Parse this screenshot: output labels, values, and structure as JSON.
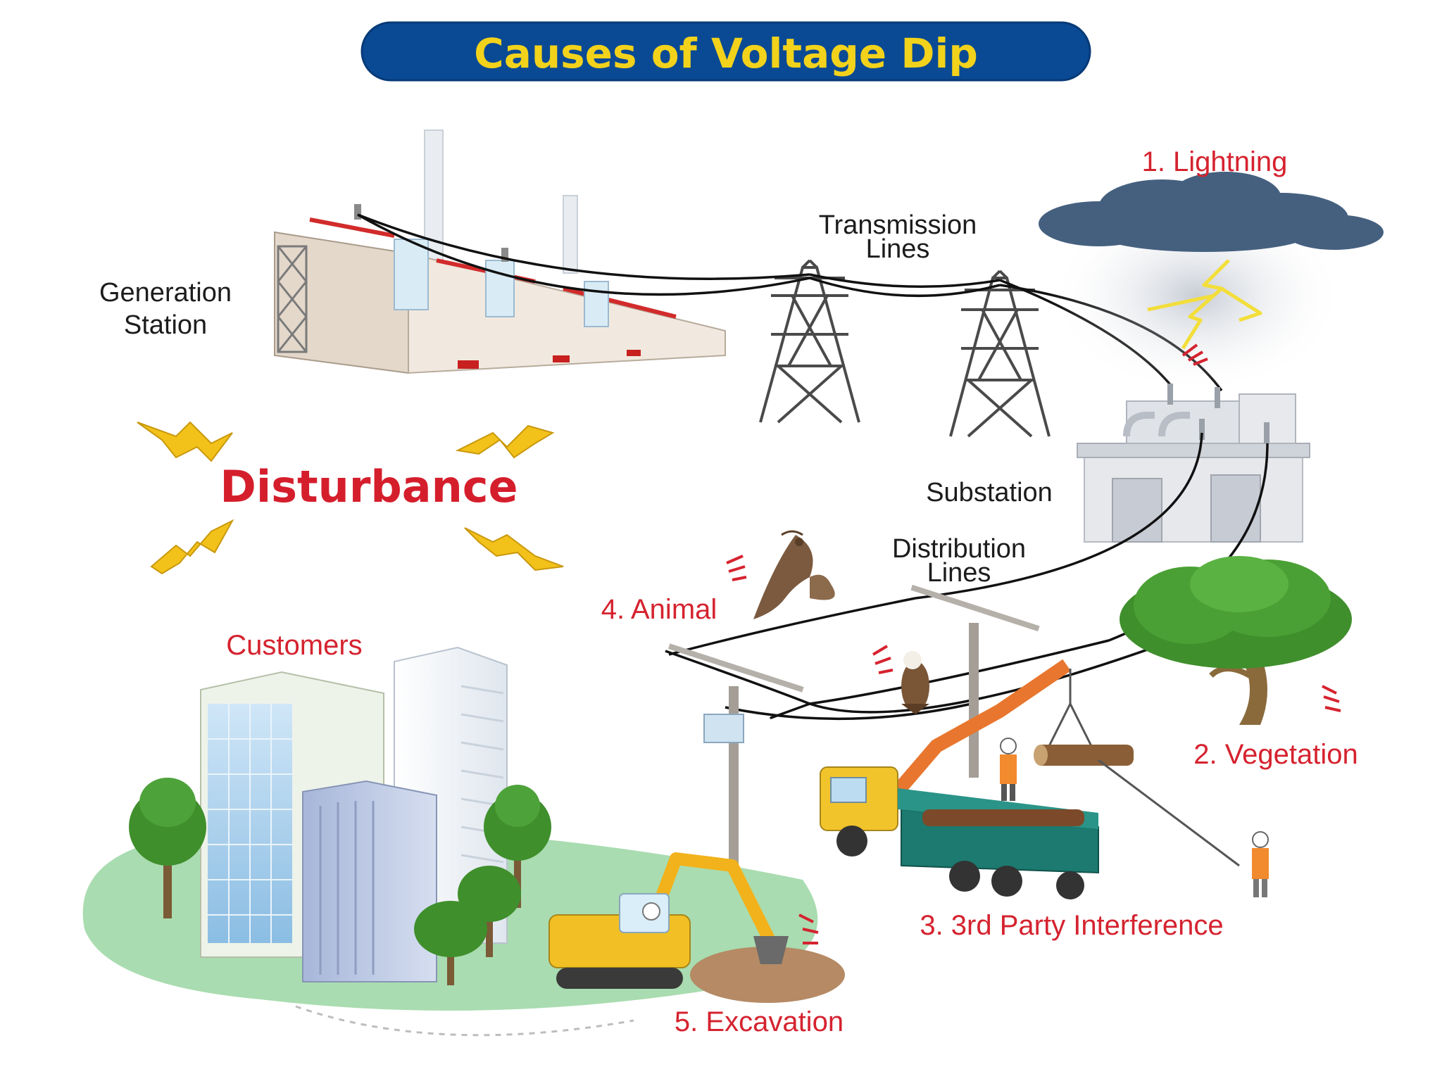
{
  "title": "Causes of  Voltage Dip",
  "colors": {
    "title_bg": "#0a4a94",
    "title_text": "#f2d21b",
    "cause_text": "#d5232f",
    "label_text": "#1c1c1c",
    "disturbance_text": "#d51e2c",
    "bolt": "#f2c21a",
    "ground": "#a9dcb0",
    "tree": "#3f8f2c",
    "cloud": "#47607f"
  },
  "labels": {
    "generation_station": [
      "Generation",
      "Station"
    ],
    "transmission_lines": [
      "Transmission",
      "Lines"
    ],
    "substation": "Substation",
    "distribution_lines": [
      "Distribution",
      "Lines"
    ],
    "customers": "Customers",
    "disturbance": "Disturbance"
  },
  "causes": [
    {
      "label": "1. Lightning",
      "icon": "lightning-icon"
    },
    {
      "label": "2. Vegetation",
      "icon": "tree-icon"
    },
    {
      "label": "3. 3rd Party Interference",
      "icon": "crane-truck-icon"
    },
    {
      "label": "4. Animal",
      "icon": "bird-icon"
    },
    {
      "label": "5. Excavation",
      "icon": "excavator-icon"
    }
  ]
}
